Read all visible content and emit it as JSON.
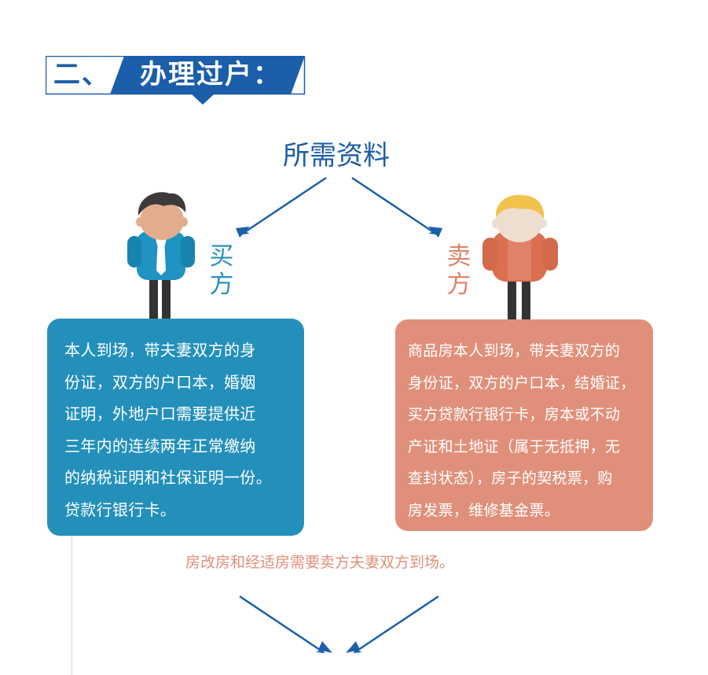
{
  "header": {
    "number": "二、",
    "title": "办理过户："
  },
  "required_label": "所需资料",
  "buyer": {
    "label_line1": "买",
    "label_line2": "方",
    "lines": [
      "本人到场，带夫妻双方的身",
      "份证，双方的户口本，婚姻",
      "证明，外地户口需要提供近",
      "三年内的连续两年正常缴纳",
      "的纳税证明和社保证明一份。",
      "贷款行银行卡。"
    ]
  },
  "seller": {
    "label_line1": "卖",
    "label_line2": "方",
    "lines": [
      "商品房本人到场，带夫妻双方的",
      "身份证，双方的户口本，结婚证，",
      "买方贷款行银行卡，房本或不动",
      "产证和土地证（属于无抵押，无",
      "查封状态），房子的契税票，购",
      "房发票，维修基金票。"
    ]
  },
  "note": "房改房和经适房需要卖方夫妻双方到场。",
  "colors": {
    "header_blue": "#1b5ea9",
    "buyer_blue": "#2390bb",
    "seller_salmon": "#e0907a",
    "arrow_blue": "#1c5fac"
  },
  "icons": {
    "buyer": "businessman-icon",
    "seller": "blond-man-icon"
  }
}
